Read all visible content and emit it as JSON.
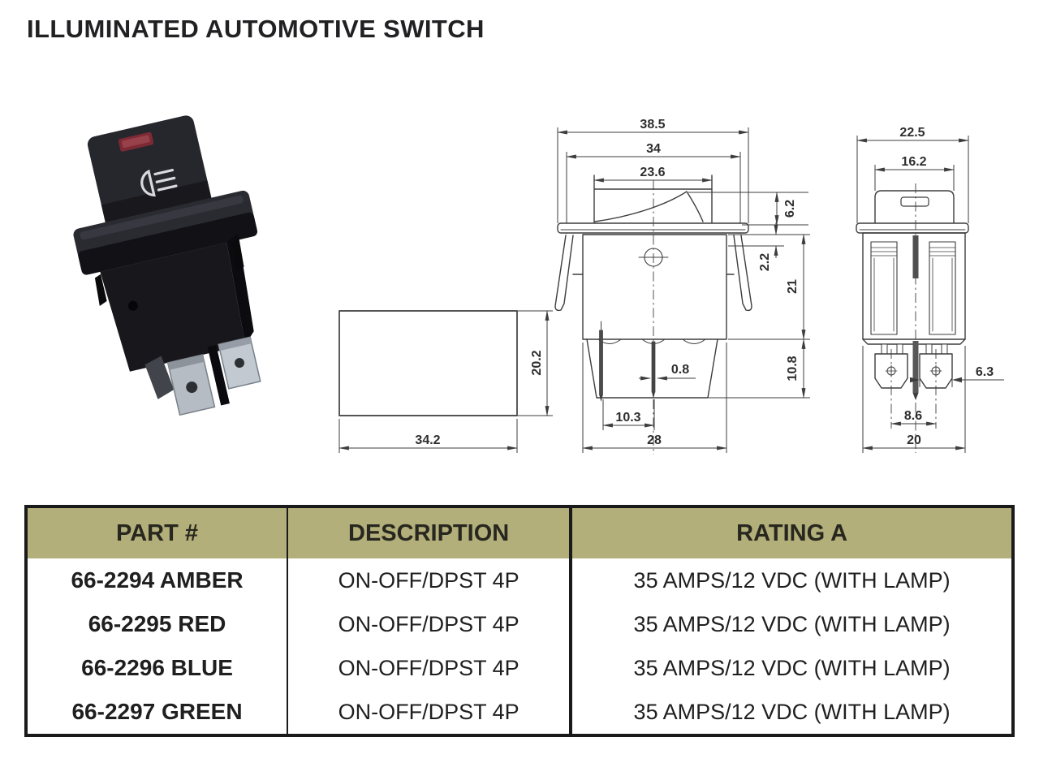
{
  "title": "ILLUMINATED AUTOMOTIVE SWITCH",
  "photo": {
    "indicator_lens_color": "#7d2a34",
    "body_color": "#1b1b20",
    "icon": "headlight-icon"
  },
  "colors": {
    "table_header_bg": "#b3af7a",
    "drawing_line": "#3d3d3d"
  },
  "dims": {
    "cutout": {
      "width": "34.2",
      "height": "20.2"
    },
    "side": {
      "flange_width": "38.5",
      "upper_width": "34",
      "rocker_width": "23.6",
      "rocker_height": "6.2",
      "panel_step": "2.2",
      "body_height": "21",
      "terminal_length": "10.8",
      "terminal_thickness": "0.8",
      "terminal_offset": "10.3",
      "body_width": "28"
    },
    "end": {
      "flange_width": "22.5",
      "rocker_width": "16.2",
      "terminal_width": "6.3",
      "terminal_spacing": "8.6",
      "body_width": "20"
    }
  },
  "table": {
    "headers": {
      "part": "PART #",
      "description": "DESCRIPTION",
      "rating": "RATING A"
    },
    "rows": [
      {
        "part": "66-2294 AMBER",
        "description": "ON-OFF/DPST 4P",
        "rating": "35 AMPS/12 VDC (WITH LAMP)"
      },
      {
        "part": "66-2295 RED",
        "description": "ON-OFF/DPST 4P",
        "rating": "35 AMPS/12 VDC (WITH LAMP)"
      },
      {
        "part": "66-2296 BLUE",
        "description": "ON-OFF/DPST 4P",
        "rating": "35 AMPS/12 VDC (WITH LAMP)"
      },
      {
        "part": "66-2297 GREEN",
        "description": "ON-OFF/DPST 4P",
        "rating": "35 AMPS/12 VDC (WITH LAMP)"
      }
    ]
  }
}
